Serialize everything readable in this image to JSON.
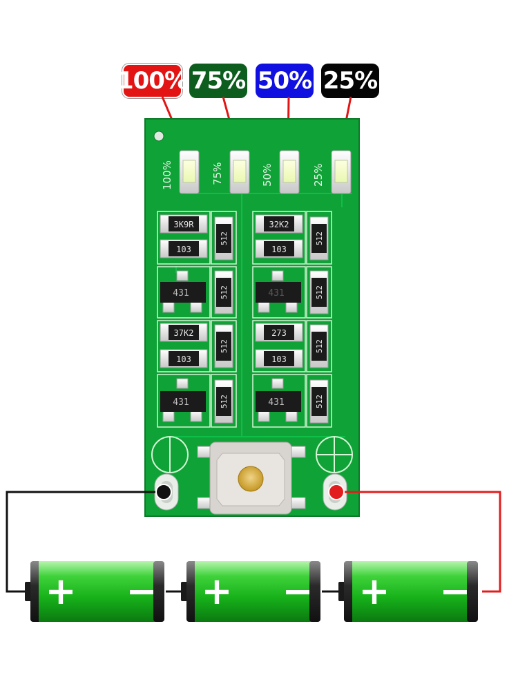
{
  "indicators": [
    {
      "label": "100%",
      "bg": "#e31414"
    },
    {
      "label": "75%",
      "bg": "#0d5e1e"
    },
    {
      "label": "50%",
      "bg": "#1010e0"
    },
    {
      "label": "25%",
      "bg": "#050505"
    }
  ],
  "board": {
    "color": "#0fa337",
    "silk_labels": [
      "100%",
      "75%",
      "50%",
      "25%"
    ],
    "resistor_codes": {
      "left": [
        "3K9R",
        "103",
        "37K2",
        "103"
      ],
      "right": [
        "32K2",
        "103",
        "273",
        "103"
      ],
      "vertical": "512",
      "transistor": "431"
    }
  },
  "battery_count": 3,
  "battery_symbols": {
    "plus": "+",
    "minus": "−"
  },
  "colors": {
    "wire_negative": "#111111",
    "wire_positive": "#e11d1d",
    "battery_green": "#1fbf1f"
  }
}
